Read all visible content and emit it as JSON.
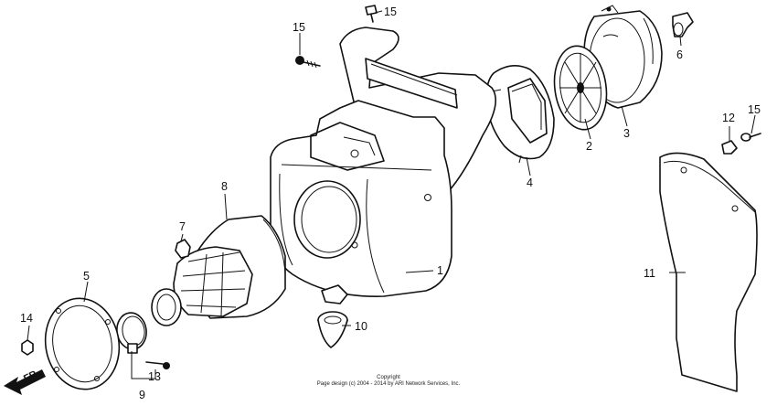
{
  "callouts": {
    "p1": "1",
    "p2": "2",
    "p3": "3",
    "p4": "4",
    "p5": "5",
    "p6": "6",
    "p7": "7",
    "p8": "8",
    "p9": "9",
    "p10": "10",
    "p11": "11",
    "p12": "12",
    "p13": "13",
    "p14": "14",
    "p15a": "15",
    "p15b": "15",
    "p15c": "15"
  },
  "direction_label": "FR.",
  "footer": {
    "copyright": "Copyright",
    "credit": "Page design (c) 2004 - 2014 by ARI Network Services, Inc."
  }
}
